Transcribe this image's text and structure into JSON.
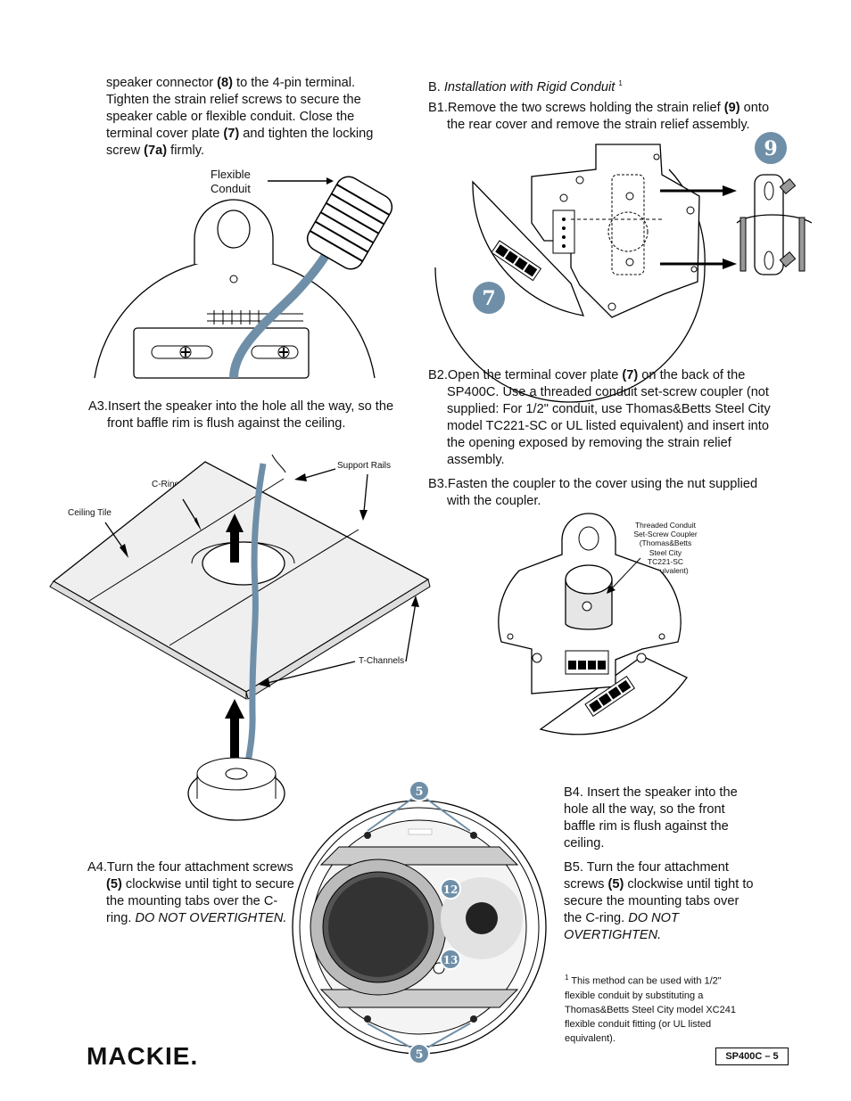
{
  "left_col": {
    "intro": {
      "text_a": "speaker connector ",
      "ref_8": "(8)",
      "text_b": " to the 4-pin terminal. Tighten the strain relief screws to secure the speaker cable or flexible conduit. Close the terminal cover plate ",
      "ref_7": "(7)",
      "text_c": " and tighten the locking screw ",
      "ref_7a": "(7a)",
      "text_d": " firmly."
    },
    "fig1_label": "Flexible Conduit",
    "a3": "A3.Insert the speaker into the hole all the way, so the front baffle rim is flush against the ceiling.",
    "fig2_labels": {
      "support_rails": "Support Rails",
      "c_ring": "C-Ring",
      "ceiling_tile": "Ceiling Tile",
      "t_channels": "T-Channels"
    },
    "a4": {
      "text_a": "A4.Turn the four attachment screws ",
      "ref_5": "(5)",
      "text_b": " clockwise until tight to secure the mounting tabs over the C-ring. ",
      "emph": "DO NOT OVERTIGHTEN."
    }
  },
  "right_col": {
    "b_head_prefix": "B. ",
    "b_head": "Installation with Rigid Conduit",
    "b_head_sup": "1",
    "b1": {
      "text_a": "B1.Remove the two screws holding the strain relief ",
      "ref_9": "(9)",
      "text_b": " onto the rear cover and remove the strain relief assembly."
    },
    "b2": {
      "text_a": "B2.Open the terminal cover plate ",
      "ref_7": "(7)",
      "text_b": " on the back of the SP400C. Use a threaded conduit set-screw coupler (not supplied: For 1/2\" conduit, use Thomas&Betts Steel City model TC221-SC or UL listed equivalent) and insert into the opening exposed by removing the strain relief assembly."
    },
    "b3": "B3.Fasten the coupler to the cover using the nut supplied with the coupler.",
    "fig4_label": [
      "Threaded Conduit",
      "Set-Screw Coupler",
      "(Thomas&Betts",
      "Steel City",
      "TC221-SC",
      "or equivalent)"
    ],
    "b4": "B4. Insert the speaker into the hole all the way, so the front baffle rim is flush against the ceiling.",
    "b5": {
      "text_a": "B5. Turn the four attachment screws ",
      "ref_5": "(5)",
      "text_b": " clockwise until tight to secure the mounting tabs over the C-ring. ",
      "emph": "DO NOT OVERTIGHTEN."
    },
    "footnote_sup": "1",
    "footnote": "This method can be used with 1/2\" flexible conduit by substituting a Thomas&Betts Steel City model XC241 flexible conduit fitting (or UL listed equivalent)."
  },
  "badges": {
    "b9": "9",
    "b7": "7",
    "b5_top": "5",
    "b12": "12",
    "b13": "13",
    "b5_bottom": "5"
  },
  "brand": "MACKIE.",
  "page_label": "SP400C – 5",
  "colors": {
    "badge": "#6f8fa8",
    "cable": "#6f8fa8",
    "text": "#111111"
  }
}
